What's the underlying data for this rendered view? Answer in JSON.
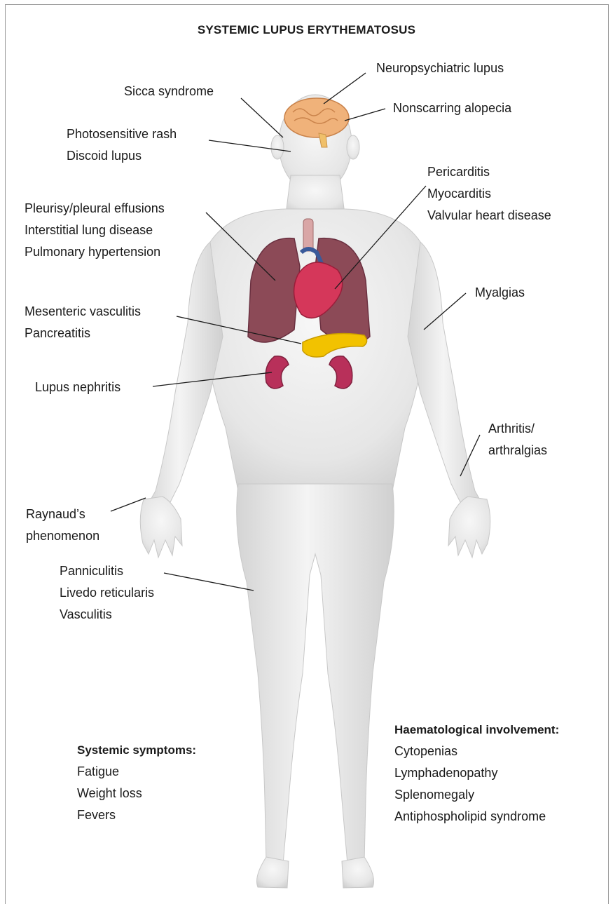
{
  "title": "SYSTEMIC LUPUS ERYTHEMATOSUS",
  "labels": {
    "neuro": [
      "Neuropsychiatric lupus"
    ],
    "sicca": [
      "Sicca syndrome"
    ],
    "alopecia": [
      "Nonscarring alopecia"
    ],
    "skin": [
      "Photosensitive rash",
      "Discoid lupus"
    ],
    "cardiac": [
      "Pericarditis",
      "Myocarditis",
      "Valvular heart disease"
    ],
    "pulmonary": [
      "Pleurisy/pleural effusions",
      "Interstitial lung disease",
      "Pulmonary hypertension"
    ],
    "myalgia": [
      "Myalgias"
    ],
    "gi": [
      "Mesenteric vasculitis",
      "Pancreatitis"
    ],
    "renal": [
      "Lupus nephritis"
    ],
    "arthritis": [
      "Arthritis/",
      "arthralgias"
    ],
    "raynaud": [
      "Raynaud’s",
      "phenomenon"
    ],
    "panniculitis": [
      "Panniculitis",
      "Livedo reticularis",
      "Vasculitis"
    ]
  },
  "systemic": {
    "heading": "Systemic symptoms:",
    "items": [
      "Fatigue",
      "Weight loss",
      "Fevers"
    ]
  },
  "haem": {
    "heading": "Haematological involvement:",
    "items": [
      "Cytopenias",
      "Lymphadenopathy",
      "Splenomegaly",
      "Antiphospholipid syndrome"
    ]
  },
  "colors": {
    "body": "#e9e9e9",
    "lung": "#8c4a57",
    "heart": "#d5375a",
    "kidney": "#b8305a",
    "pancreas": "#f2c200",
    "brain": "#f0b27a"
  }
}
